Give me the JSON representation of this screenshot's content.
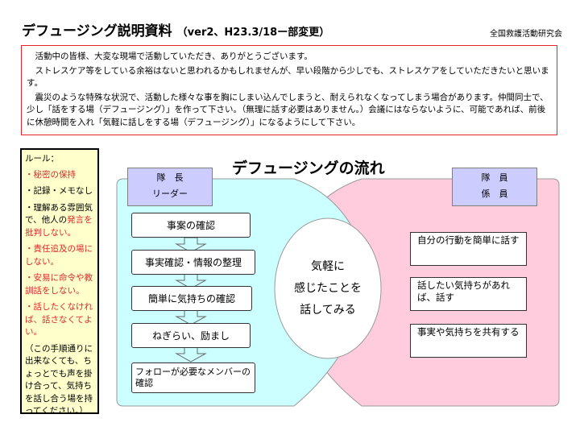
{
  "header": {
    "title": "デフュージング説明資料",
    "version": "（ver2、H23.3/18ー部変更）",
    "organization": "全国救護活動研究会"
  },
  "message": {
    "paragraphs": [
      "活動中の皆様、大変な現場で活動していただき、ありがとうございます。",
      "ストレスケア等をしている余裕はないと思われるかもしれませんが、早い段階から少しでも、ストレスケアをしていただきたいと思います。",
      "震災のような特殊な状況で、活動した様々な事を胸にしまい込んでしまうと、耐えられなくなってしまう場合があります。仲間同士で、少し「話をする場（デフュージング）」を作って下さい。（無理に話す必要はありません。）会議にはならないように、可能であれば、前後に休憩時間を入れ「気軽に話しをする場（デフュージング）」になるようにして下さい。"
    ]
  },
  "rules": {
    "heading": "ルール：",
    "items": [
      {
        "text": "・秘密の保持",
        "red": true
      },
      {
        "text": "・記録・メモなし",
        "red": false
      },
      {
        "text_pre": "・理解ある雰囲気で、他人の",
        "text_red": "発言を批判しない。"
      },
      {
        "text": "・責任追及の場にしない。",
        "red": true
      },
      {
        "text": "・安易に命令や教訓話をしない。",
        "red": true
      },
      {
        "text": "・話したくなければ、話さなくてよい。",
        "red": true
      }
    ],
    "note": "（この手順通りに出来なくても、ちょっとでも声を掛け合って、気持ちを話し合う場を持ってください。）"
  },
  "flow": {
    "title": "デフュージングの流れ",
    "leader": {
      "line1": "隊　長",
      "line2": "リーダー"
    },
    "members": {
      "line1": "隊　員",
      "line2": "係　員"
    },
    "steps": [
      "事案の確認",
      "事実確認・情報の整理",
      "簡単に気持ちの確認",
      "ねぎらい、励まし",
      "フォローが必要なメンバーの確認"
    ],
    "center": [
      "気軽に",
      "感じたことを",
      "話してみる"
    ],
    "right_boxes": [
      "自分の行動を簡単に話す",
      "話したい気持ちがあれば、話す",
      "事実や気持ちを共有する"
    ]
  },
  "colors": {
    "border_red": "#e0262b",
    "left_fill": "#ccffff",
    "right_fill": "#ffccdd",
    "tag_fill": "#ccccff",
    "arrow_fill": "#ccffff",
    "rules_fill": "#ffffcc"
  }
}
